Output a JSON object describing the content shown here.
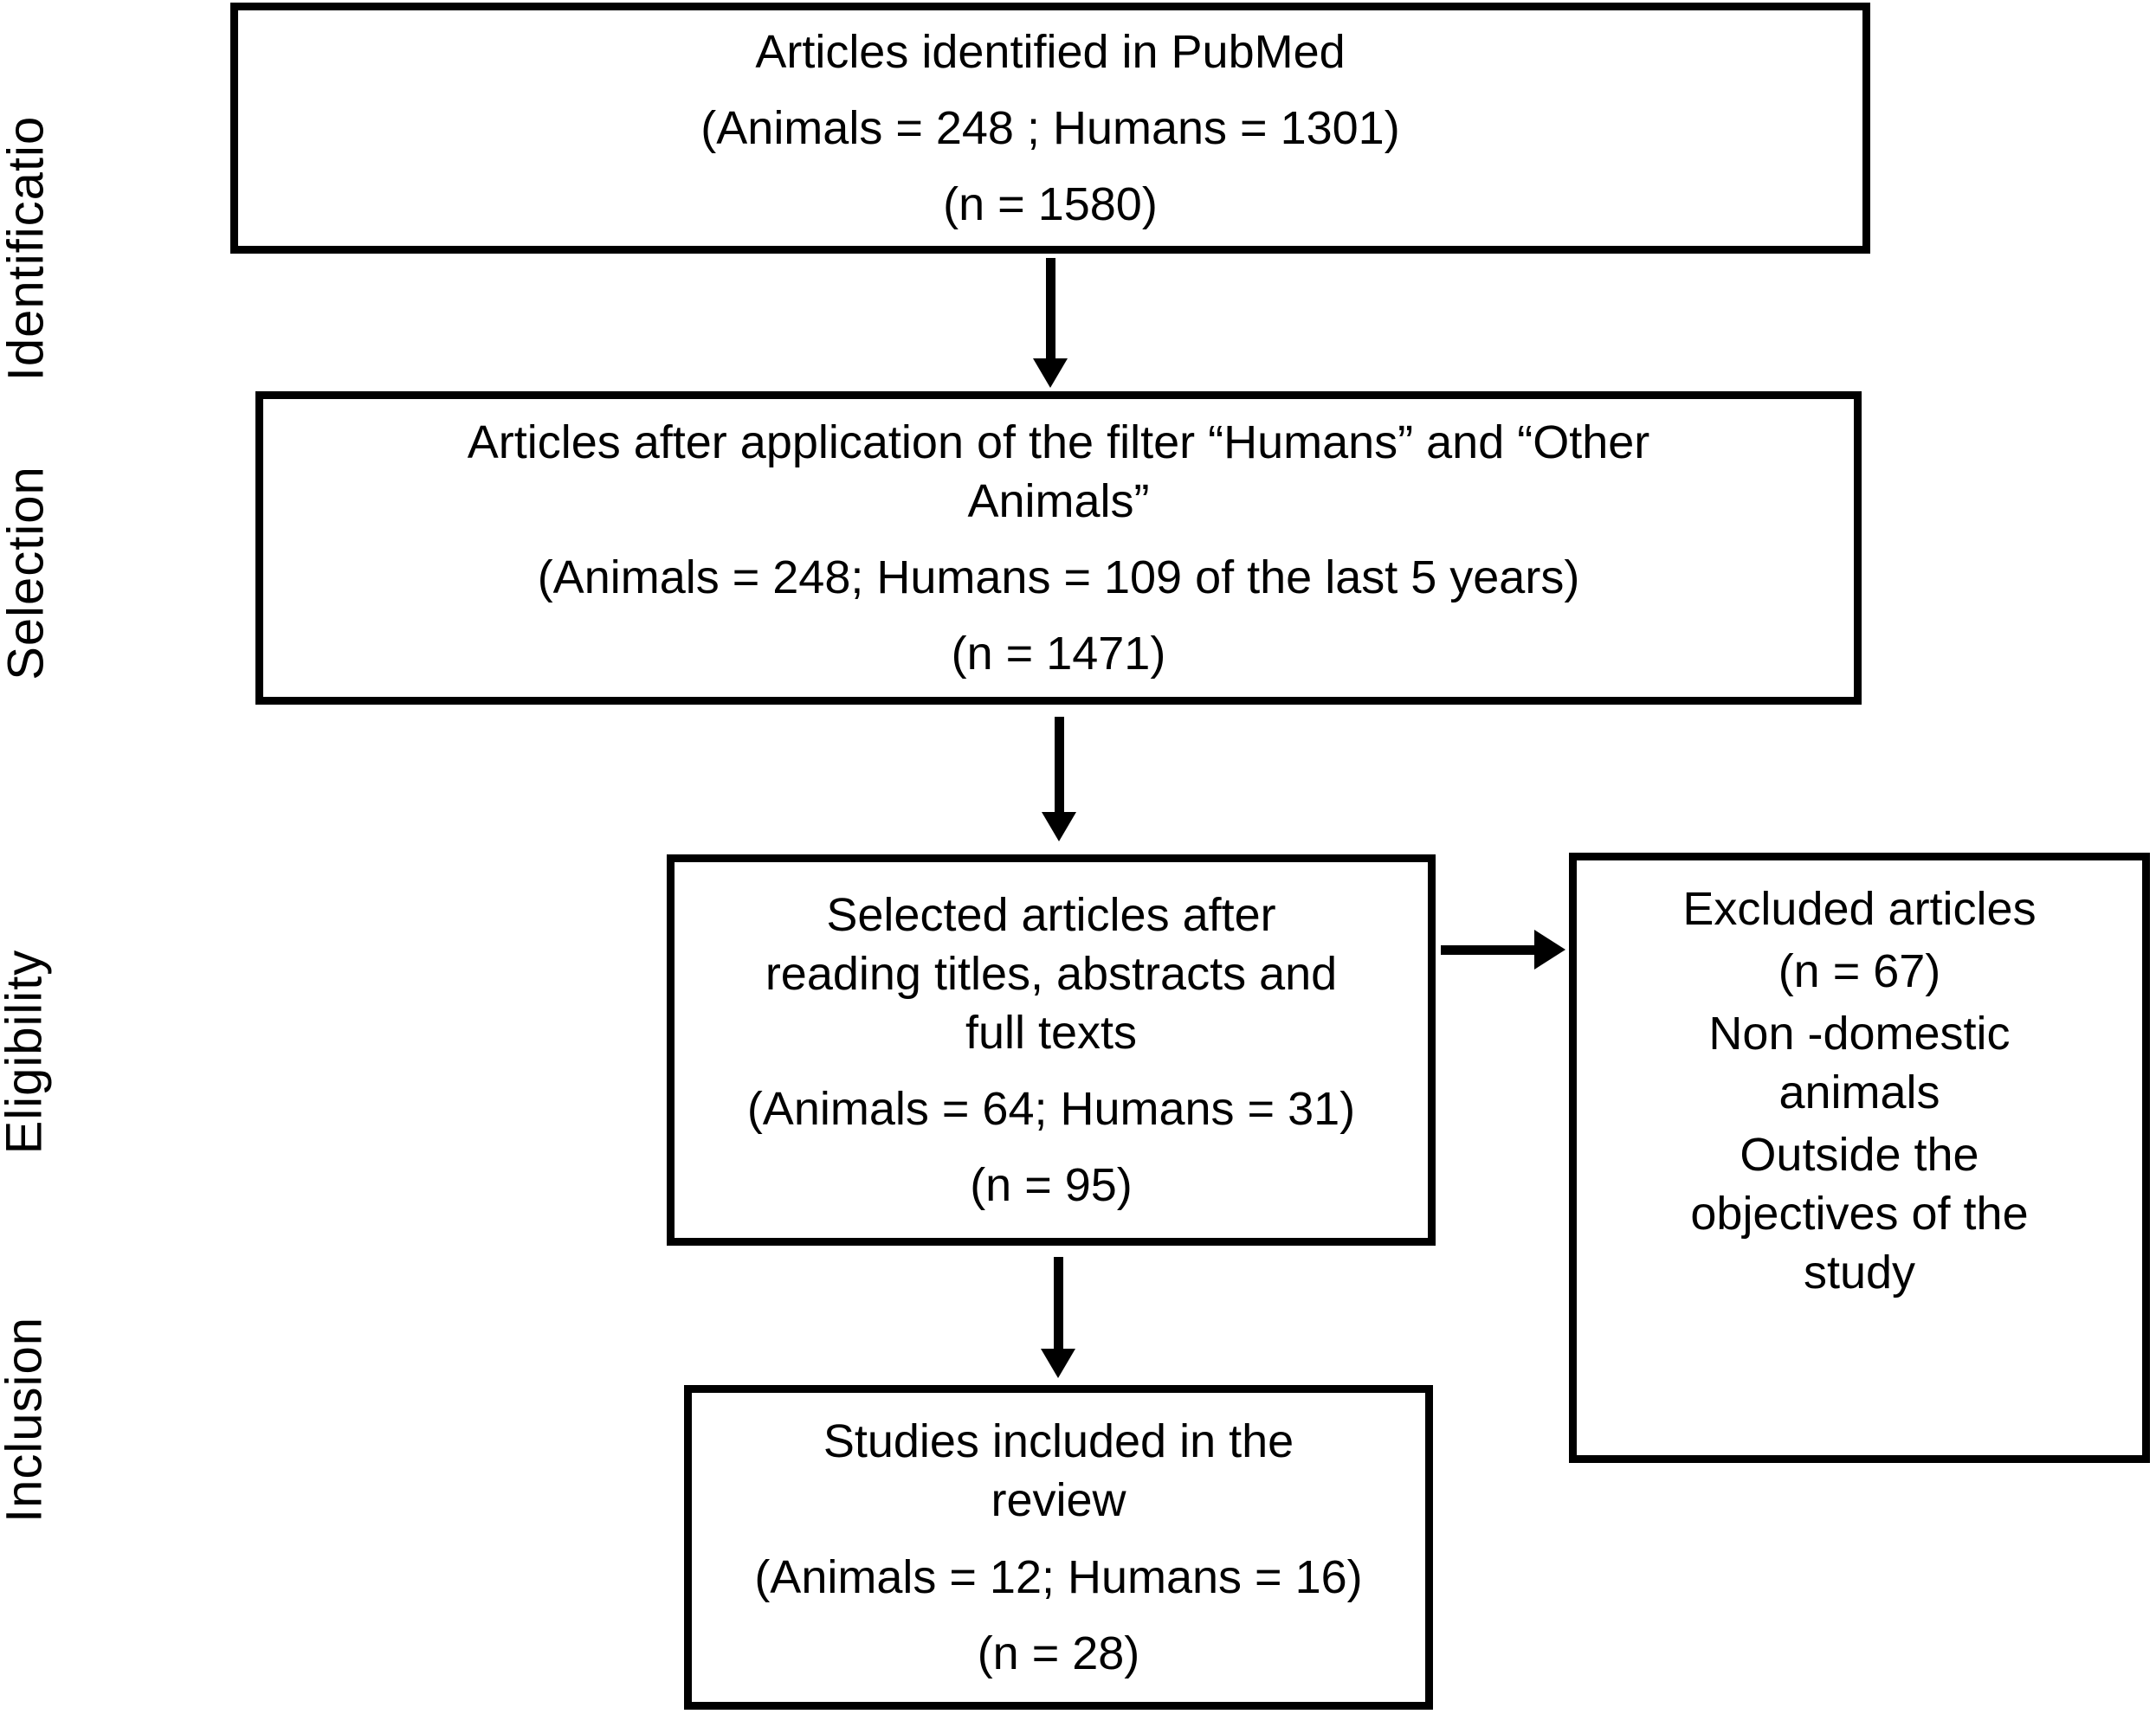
{
  "diagram": {
    "stage_labels": {
      "identification": "Identificatio",
      "selection": "Selection",
      "eligibility": "Eligibility",
      "inclusion": "Inclusion"
    },
    "boxes": {
      "identified": {
        "lines": [
          "Articles identified in PubMed",
          "(Animals = 248 ; Humans = 1301)",
          "(n = 1580)"
        ]
      },
      "filtered": {
        "lines": [
          "Articles after application of the filter “Humans” and “Other\nAnimals”",
          "(Animals = 248; Humans = 109 of the last 5 years)",
          "(n = 1471)"
        ]
      },
      "selected": {
        "lines": [
          "Selected articles after\nreading titles, abstracts and\nfull texts",
          "(Animals = 64; Humans = 31)",
          "(n = 95)"
        ]
      },
      "excluded": {
        "lines": [
          "Excluded articles",
          "(n = 67)",
          "Non -domestic\nanimals",
          "Outside the\nobjectives of the\nstudy"
        ]
      },
      "included": {
        "lines": [
          "Studies included in the\nreview",
          "(Animals = 12; Humans = 16)",
          "(n = 28)"
        ]
      }
    },
    "colors": {
      "line": "#000000",
      "fill": "#ffffff",
      "background": "#ffffff",
      "text": "#000000"
    }
  }
}
